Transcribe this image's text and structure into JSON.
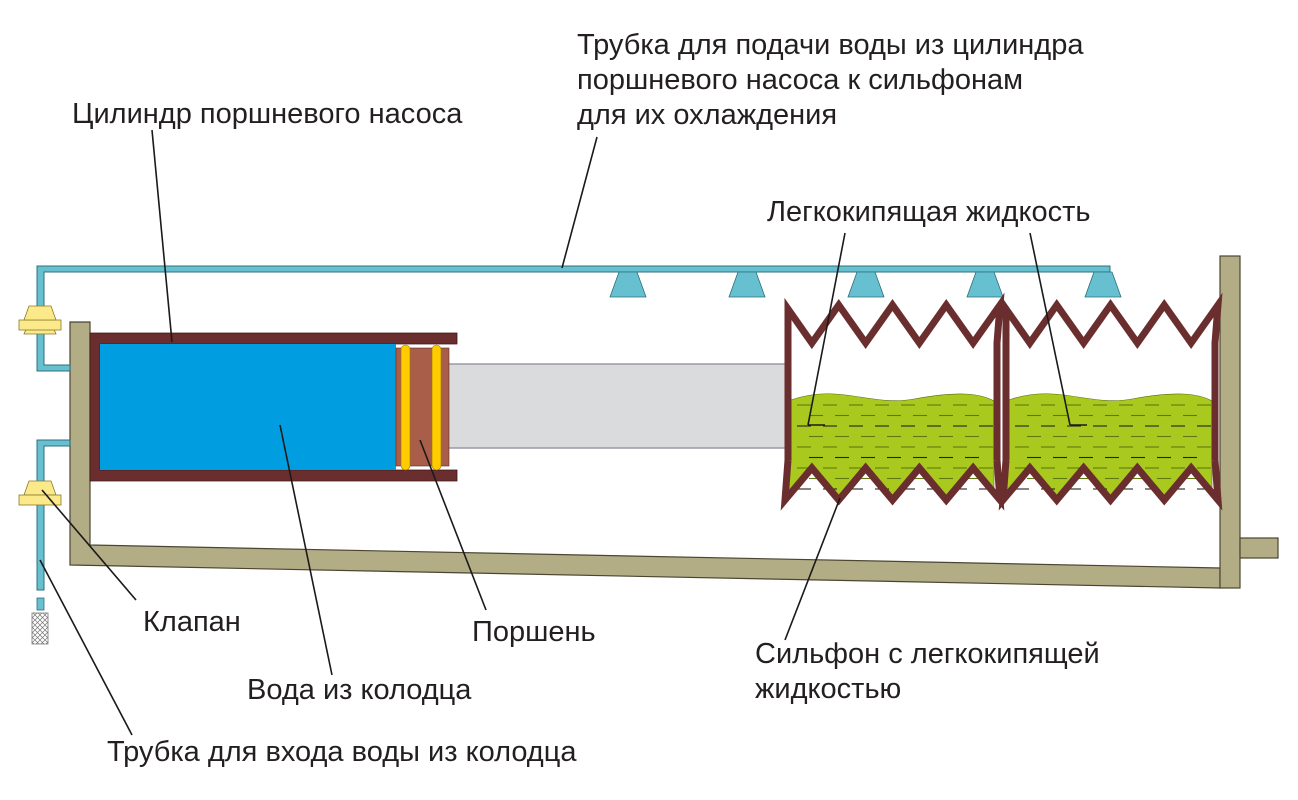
{
  "title": "Схема солнечного насоса с сильфонами",
  "labels": {
    "feed_tube": [
      "Трубка для подачи воды из цилиндра",
      "поршневого насоса к сильфонам",
      "для их охлаждения"
    ],
    "pump_cylinder": "Цилиндр поршневого насоса",
    "volatile_liquid": "Легкокипящая жидкость",
    "bellows": [
      "Сильфон с легкокипящей",
      "жидкостью"
    ],
    "valve": "Клапан",
    "piston": "Поршень",
    "well_water": "Вода из колодца",
    "inlet_tube": "Трубка для входа воды из колодца"
  },
  "colors": {
    "pipe": "#66c0d0",
    "pipe_stroke": "#2e6f7c",
    "frame": "#b3ad86",
    "frame_stroke": "#4a4632",
    "cylinder_wall": "#6b2e2e",
    "water": "#009ee0",
    "piston": "#a85e48",
    "piston_ring": "#ffcc00",
    "rod": "#dadbdc",
    "rod_stroke": "#9a9aa6",
    "liquid": "#a9c91e",
    "valve": "#fbe98a",
    "leader": "#1a1a1a"
  },
  "components": {
    "nozzle_count": 5,
    "bellows_count": 2,
    "valve_count": 2
  }
}
